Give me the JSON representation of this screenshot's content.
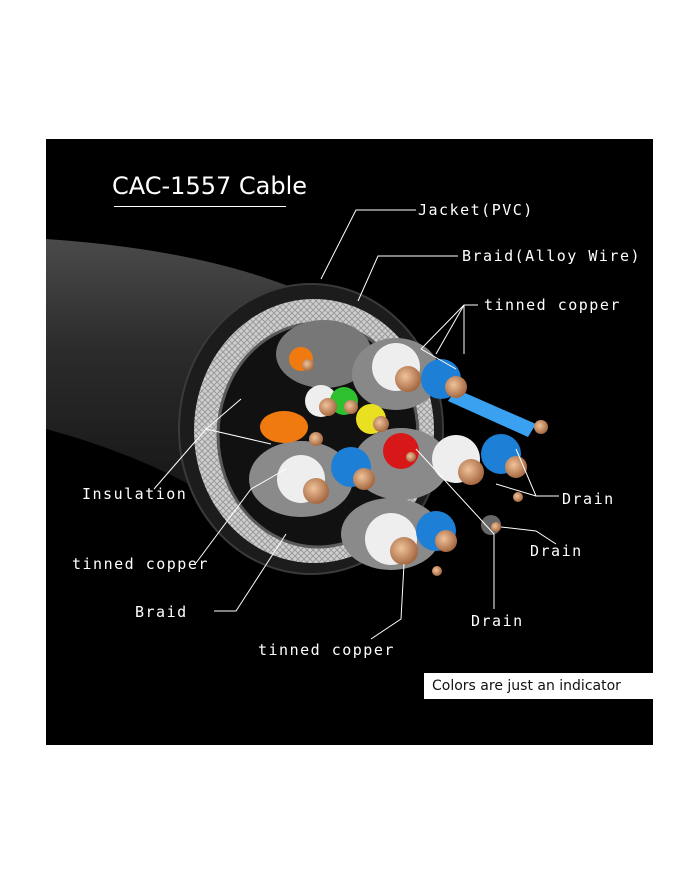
{
  "title": "CAC-1557 Cable",
  "labels": {
    "jacket": "Jacket(PVC)",
    "braid_alloy": "Braid(Alloy Wire)",
    "tinned_copper_top": "tinned copper",
    "insulation": "Insulation",
    "drain_right": "Drain",
    "tinned_copper_left": "tinned copper",
    "drain_mid": "Drain",
    "braid": "Braid",
    "drain_bottom": "Drain",
    "tinned_copper_bottom": "tinned copper"
  },
  "note": "Colors are just an indicator",
  "colors": {
    "background": "#000000",
    "jacket": "#2a2a2a",
    "braid": "#d9d9d9",
    "insulation_white": "#eeeeee",
    "insulation_blue": "#1e7fd6",
    "insulation_orange": "#f07a10",
    "insulation_green": "#2ec02e",
    "insulation_yellow": "#e8e020",
    "insulation_red": "#d81818",
    "copper": "#c8875a"
  }
}
